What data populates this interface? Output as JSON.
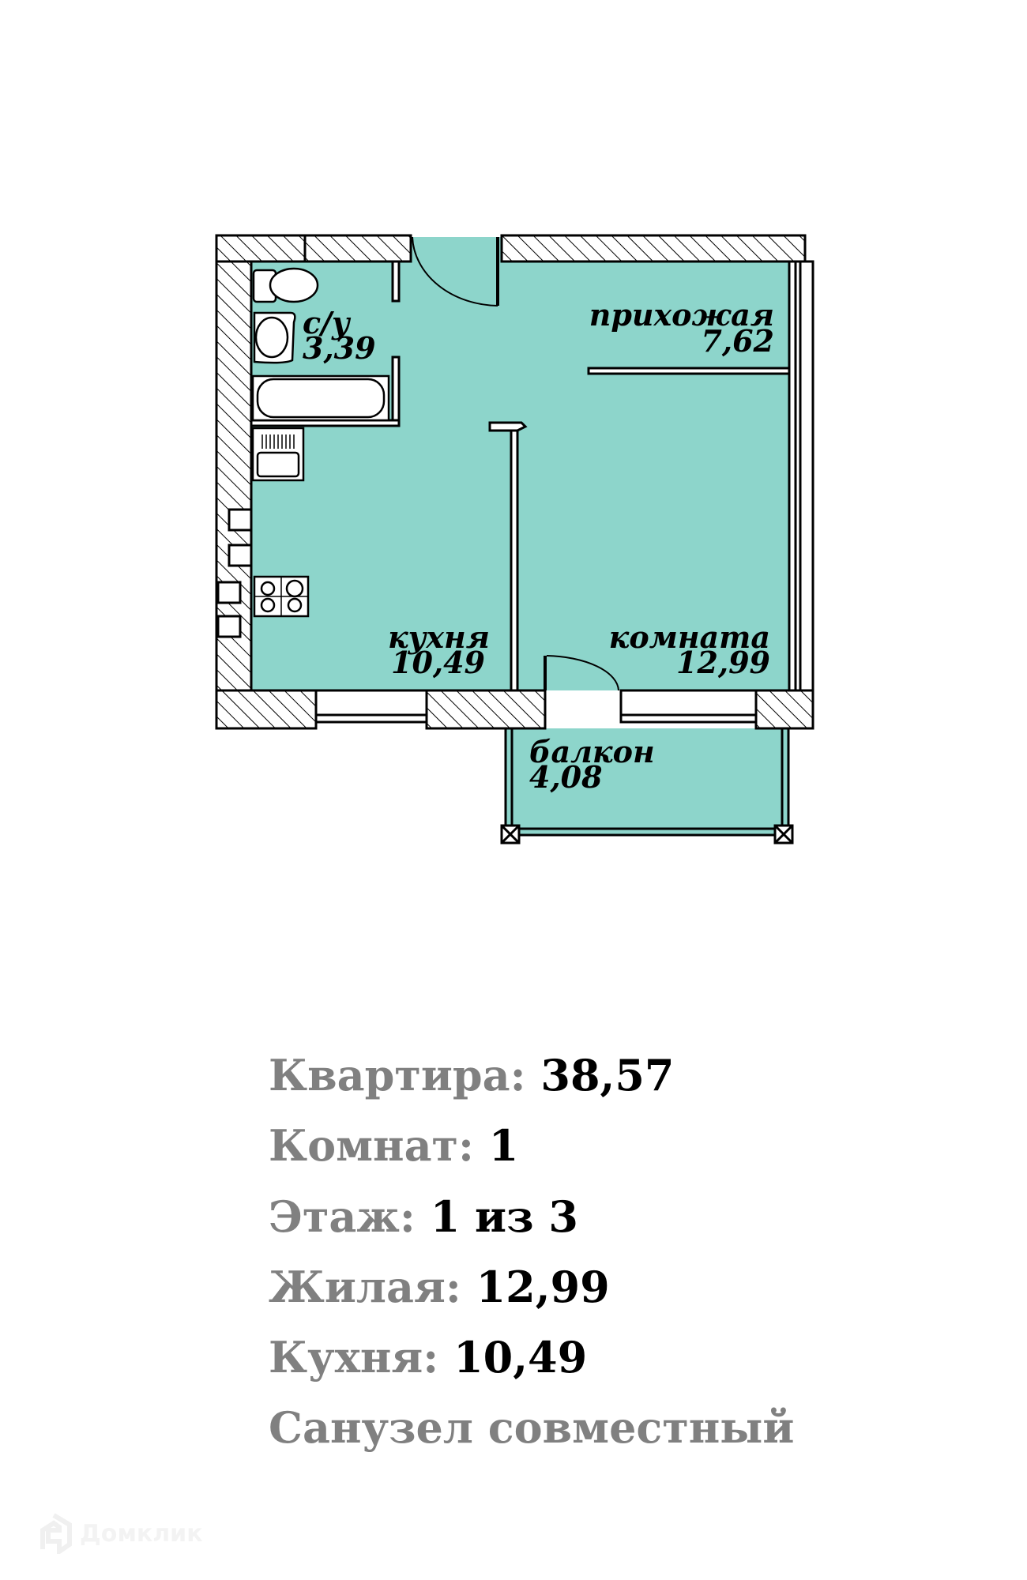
{
  "colors": {
    "floor": "#8dd5cb",
    "wall": "#000000",
    "label_gray": "#808080",
    "value": "#000000"
  },
  "rooms": [
    {
      "name": "с/у",
      "area": "3,39"
    },
    {
      "name": "прихожая",
      "area": "7,62"
    },
    {
      "name": "кухня",
      "area": "10,49"
    },
    {
      "name": "комната",
      "area": "12,99"
    },
    {
      "name": "балкон",
      "area": "4,08"
    }
  ],
  "summary": [
    {
      "label": "Квартира:",
      "value": "38,57"
    },
    {
      "label": "Комнат:",
      "value": "1"
    },
    {
      "label": "Этаж:",
      "value": "1 из 3"
    },
    {
      "label": "Жилая:",
      "value": "12,99"
    },
    {
      "label": "Кухня:",
      "value": "10,49"
    },
    {
      "label": "Санузел совместный",
      "value": ""
    }
  ],
  "watermark": {
    "text": "Домклик",
    "icon": "house-logo-icon"
  }
}
